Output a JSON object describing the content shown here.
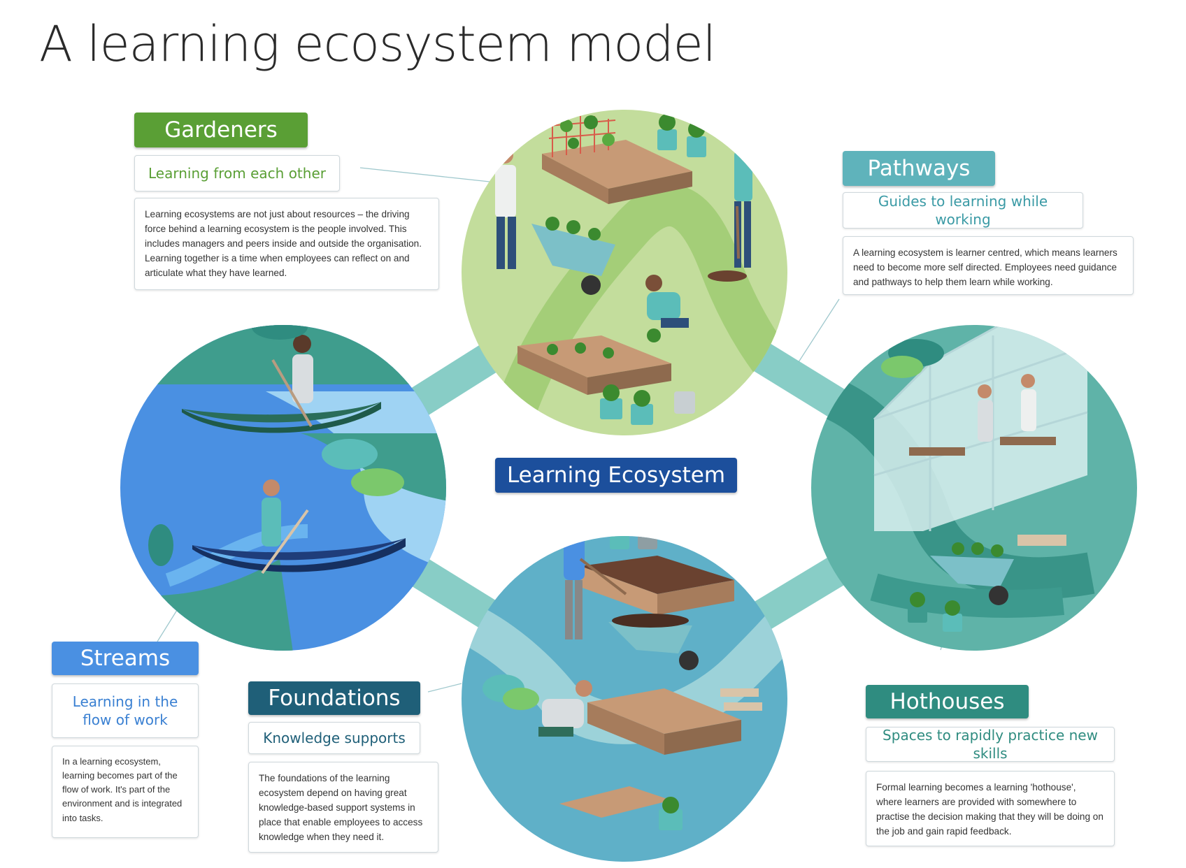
{
  "title": "A learning ecosystem model",
  "colors": {
    "gardeners": "#5a9f35",
    "pathways": "#5fb3bb",
    "streams": "#4a90e2",
    "foundations": "#1f5f78",
    "hothouses": "#2f8c80",
    "center": "#1c4f9c",
    "connector": "#7cc8c0"
  },
  "center": {
    "label": "Learning Ecosystem"
  },
  "gardeners": {
    "tag": "Gardeners",
    "subtitle": "Learning from each other",
    "description": "Learning ecosystems are not just about resources – the driving force behind a learning ecosystem is the people involved. This includes managers and peers inside and outside the organisation. Learning  together is a time when  employees can reflect on and articulate what they have learned."
  },
  "pathways": {
    "tag": "Pathways",
    "subtitle": "Guides to learning while working",
    "description": "A learning ecosystem is learner centred, which means learners need to become more self directed. Employees need guidance and pathways to help them learn while working."
  },
  "streams": {
    "tag": "Streams",
    "subtitle": "Learning in the flow of work",
    "description": "In a learning ecosystem, learning becomes part of the flow of work. It's part of the environment and is integrated into tasks."
  },
  "foundations": {
    "tag": "Foundations",
    "subtitle": "Knowledge supports",
    "description": "The foundations of the learning ecosystem depend on having great knowledge-based support systems in place that enable employees to access knowledge when they need it."
  },
  "hothouses": {
    "tag": "Hothouses",
    "subtitle": "Spaces to rapidly practice new skills",
    "description": "Formal learning becomes a learning 'hothouse', where learners are provided with somewhere to practise the decision making that they will be doing on the job and gain rapid feedback."
  }
}
